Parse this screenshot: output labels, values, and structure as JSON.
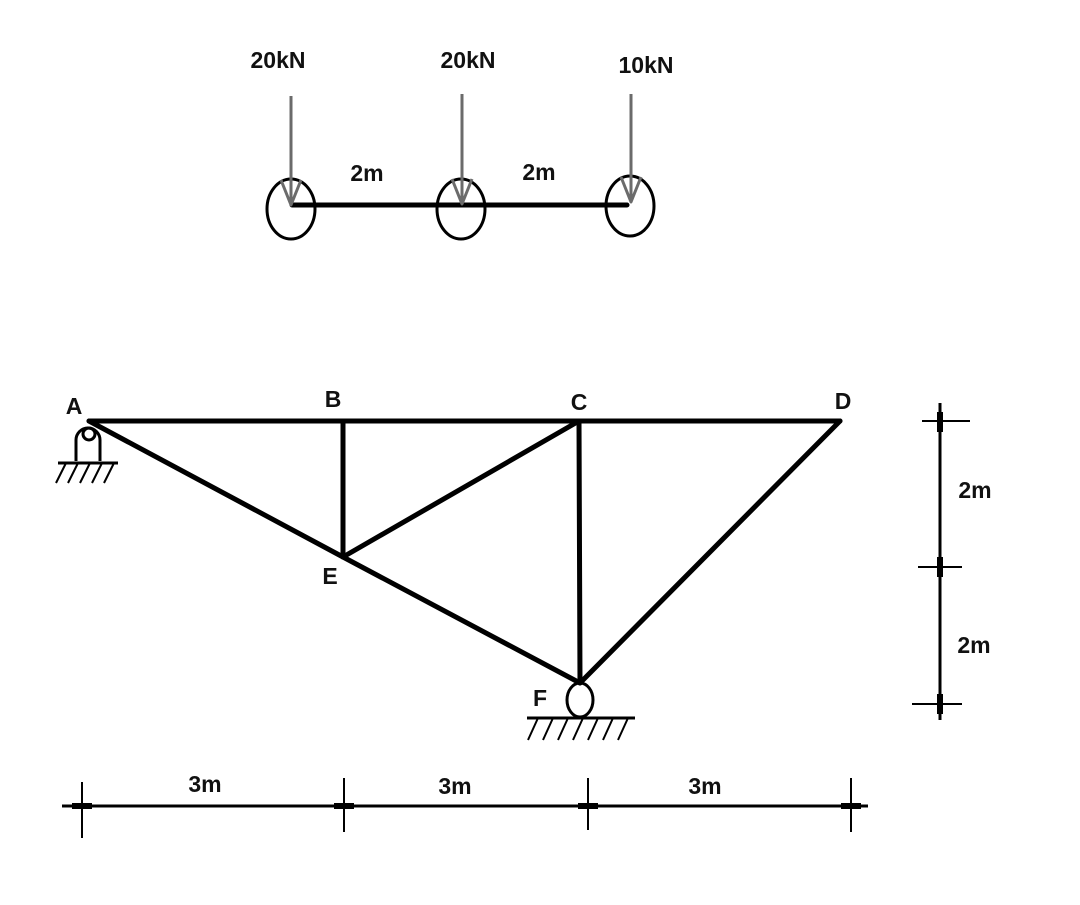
{
  "load_diagram": {
    "loads": [
      {
        "id": "load-1",
        "label": "20kN"
      },
      {
        "id": "load-2",
        "label": "20kN"
      },
      {
        "id": "load-3",
        "label": "10kN"
      }
    ],
    "spacings": [
      "2m",
      "2m"
    ]
  },
  "truss": {
    "nodes": [
      {
        "id": "A",
        "label": "A"
      },
      {
        "id": "B",
        "label": "B"
      },
      {
        "id": "C",
        "label": "C"
      },
      {
        "id": "D",
        "label": "D"
      },
      {
        "id": "E",
        "label": "E"
      },
      {
        "id": "F",
        "label": "F"
      }
    ],
    "members": [
      [
        "A",
        "B"
      ],
      [
        "B",
        "C"
      ],
      [
        "C",
        "D"
      ],
      [
        "A",
        "E"
      ],
      [
        "E",
        "F"
      ],
      [
        "B",
        "E"
      ],
      [
        "E",
        "C"
      ],
      [
        "C",
        "F"
      ],
      [
        "F",
        "D"
      ]
    ],
    "supports": [
      {
        "node": "A",
        "type": "pin"
      },
      {
        "node": "F",
        "type": "roller"
      }
    ]
  },
  "dimensions": {
    "horizontal": [
      "3m",
      "3m",
      "3m"
    ],
    "vertical": [
      "2m",
      "2m"
    ]
  }
}
